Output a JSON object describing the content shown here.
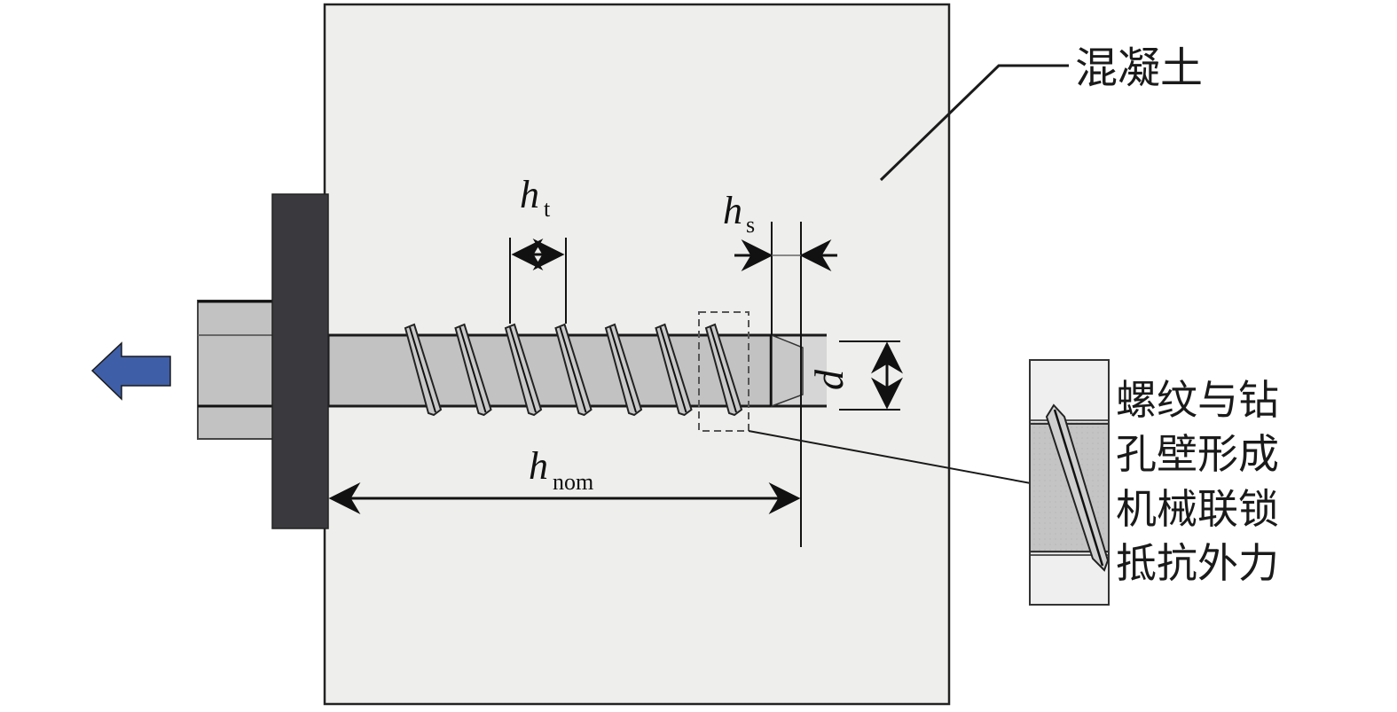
{
  "diagram": {
    "title": "Concrete screw anchor pull-out schematic",
    "labels": {
      "concrete": "混凝土",
      "ht_main": "h",
      "ht_sub": "t",
      "hs_main": "h",
      "hs_sub": "s",
      "hnom_main": "h",
      "hnom_sub": "nom",
      "d": "d"
    },
    "callout_lines": [
      "螺纹与钻",
      "孔壁形成",
      "机械联锁",
      "抵抗外力"
    ],
    "thread_count": 7,
    "colors": {
      "concrete_fill": "#eeeeec",
      "plate_fill": "#3a3a3e",
      "screw_fill": "#c2c2c2",
      "tip_fill": "#d4d4d4",
      "arrow_fill": "#3f5ea8",
      "line": "#1a1a1a"
    }
  }
}
